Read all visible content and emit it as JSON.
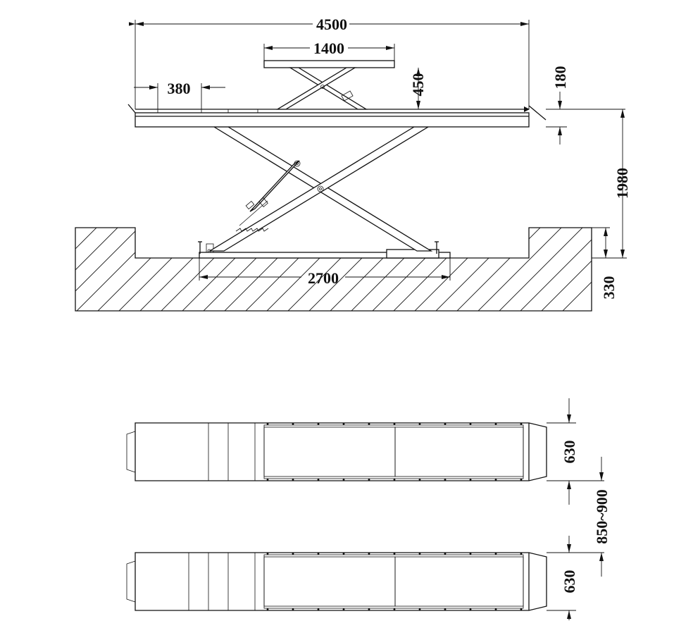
{
  "side_view": {
    "dim_total_length": "4500",
    "dim_top_platform": "1400",
    "dim_ramp_gap": "380",
    "dim_secondary_lift": "450",
    "dim_platform_thickness": "180",
    "dim_max_height": "1980",
    "dim_base_length": "2700",
    "dim_pit_depth": "330"
  },
  "top_view": {
    "dim_track_width_1": "630",
    "dim_track_spacing": "850~900",
    "dim_track_width_2": "630"
  }
}
